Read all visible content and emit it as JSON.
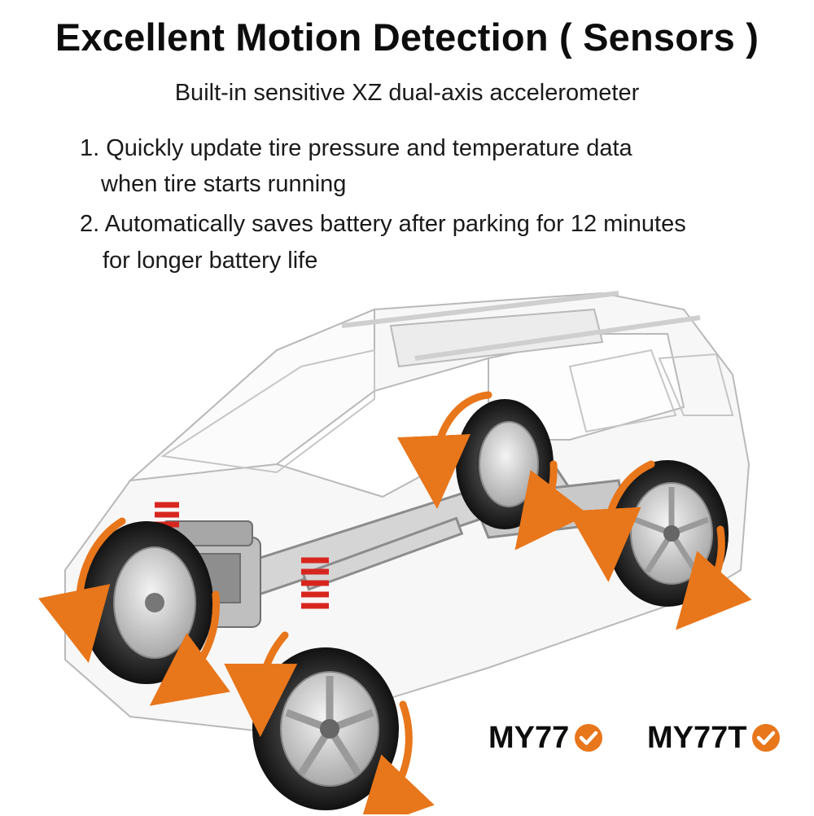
{
  "header": {
    "title": "Excellent Motion Detection ( Sensors )",
    "subtitle": "Built-in sensitive XZ dual-axis accelerometer"
  },
  "features": [
    {
      "line1": "1. Quickly update tire pressure and temperature data",
      "line2": "when tire starts running"
    },
    {
      "line1": "2. Automatically saves battery after parking for 12 minutes",
      "line2": "for longer battery life"
    }
  ],
  "models": [
    {
      "name": "MY77",
      "icon": "check-circle-icon"
    },
    {
      "name": "MY77T",
      "icon": "check-circle-icon"
    }
  ],
  "colors": {
    "accent": "#e8761b",
    "text": "#111111",
    "spring": "#d7261e"
  }
}
